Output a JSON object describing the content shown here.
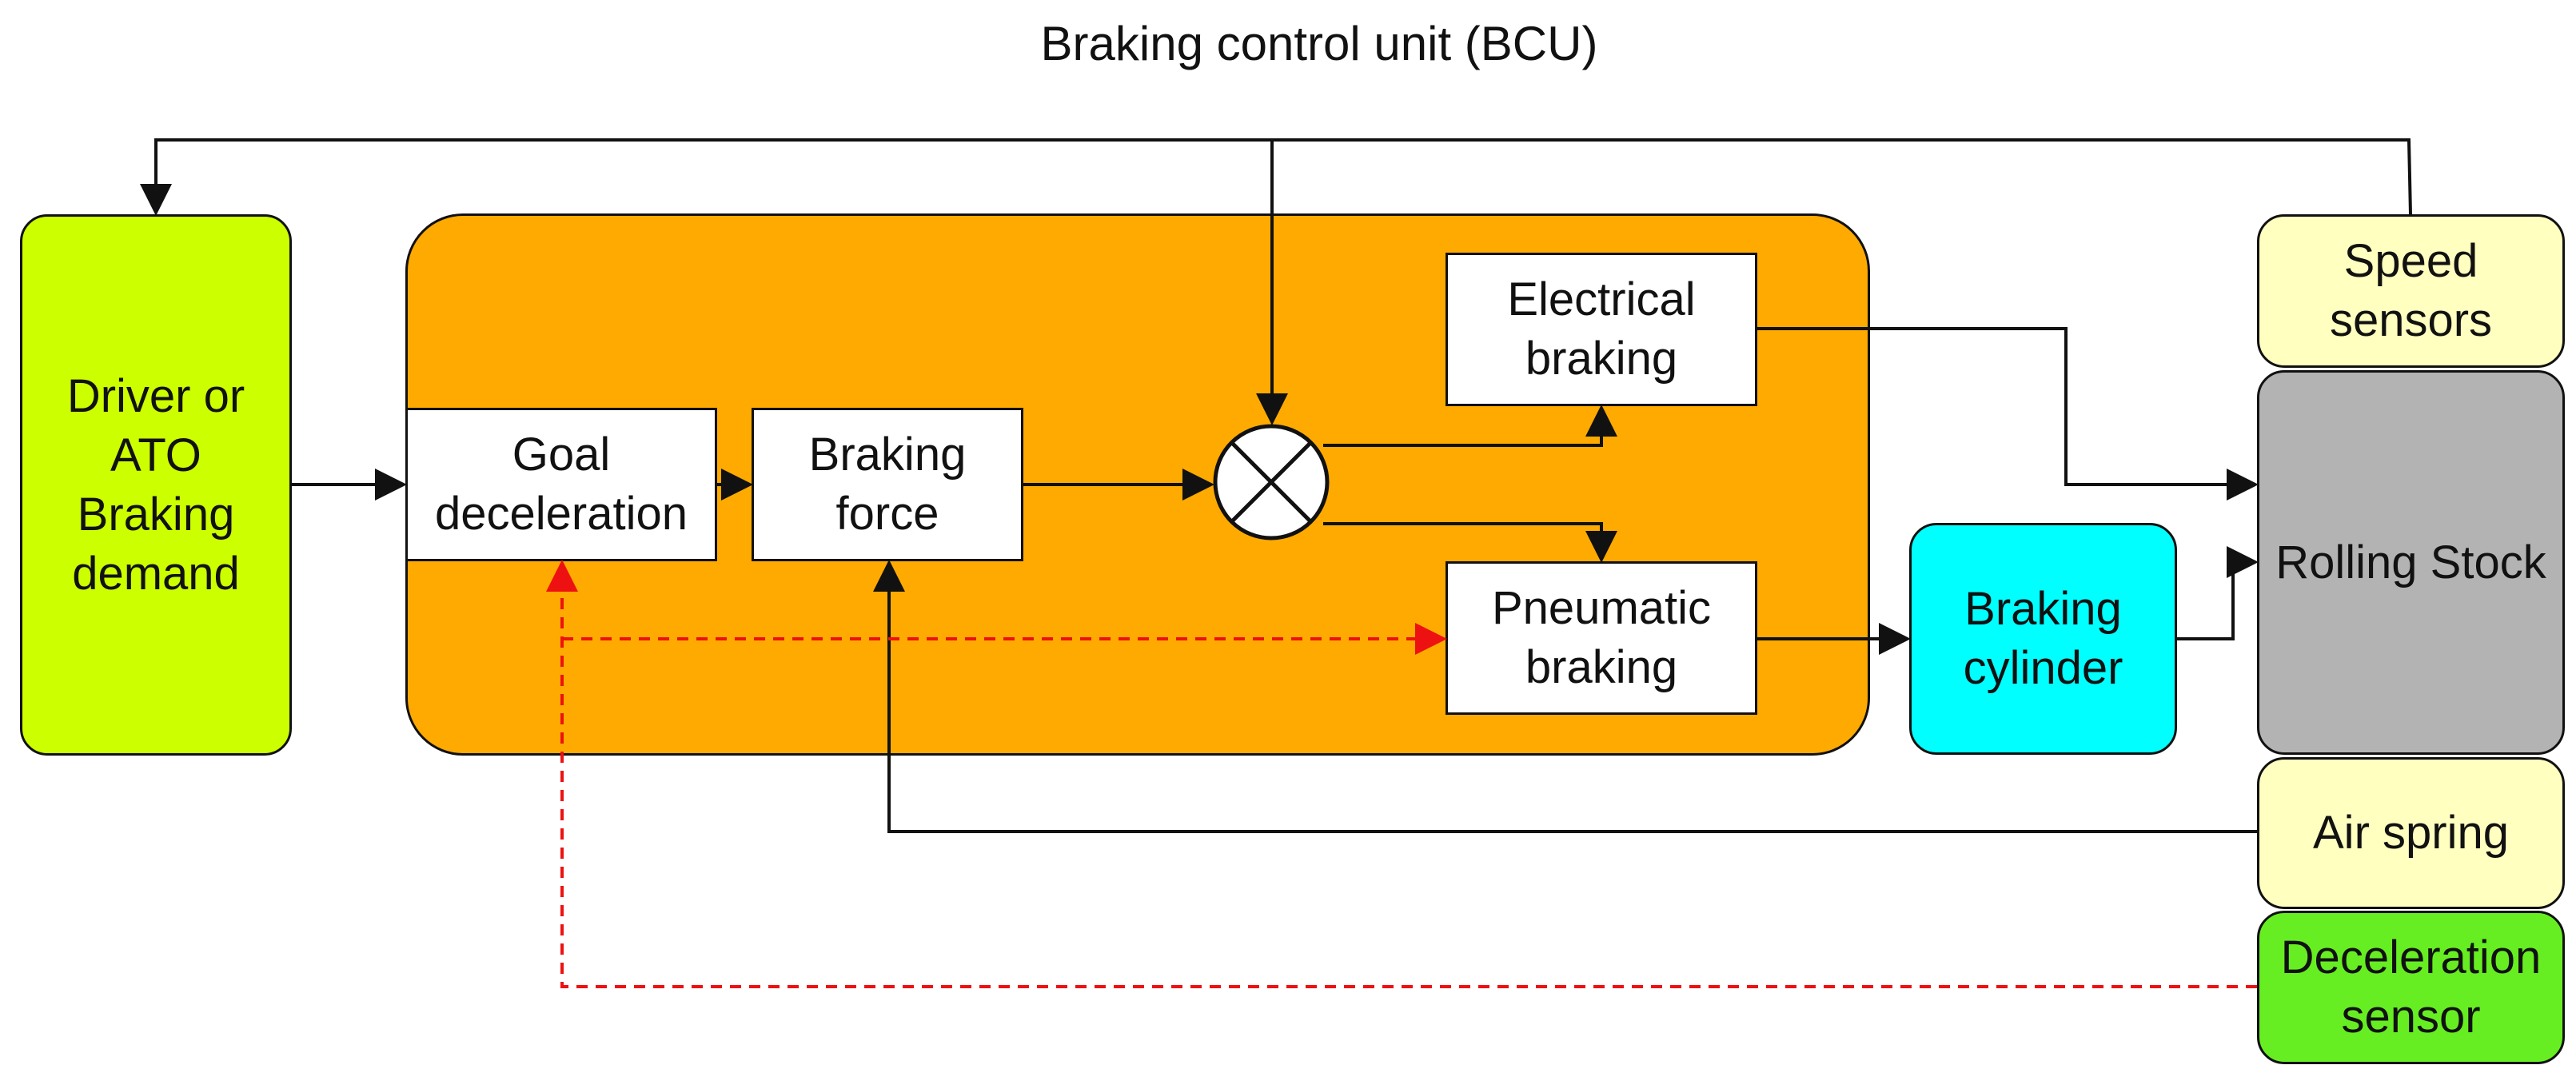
{
  "title": "Braking control unit (BCU)",
  "blocks": {
    "driver": "Driver or\nATO\nBraking\ndemand",
    "goal_deceleration": "Goal\ndeceleration",
    "braking_force": "Braking\nforce",
    "electrical_braking": "Electrical\nbraking",
    "pneumatic_braking": "Pneumatic\nbraking",
    "braking_cylinder": "Braking\ncylinder",
    "rolling_stock": "Rolling Stock",
    "speed_sensors": "Speed\nsensors",
    "air_spring": "Air spring",
    "deceleration_sensor": "Deceleration\nsensor"
  },
  "colors": {
    "bcu_fill": "#FFAA00",
    "driver_fill": "#CCFF00",
    "cylinder_fill": "#00FFFF",
    "rolling_stock_fill": "#B3B3B3",
    "sensor_fill": "#FFFFC0",
    "deceleration_sensor_fill": "#66EE22",
    "feedback_dashed": "#EE1111",
    "line": "#111111"
  }
}
